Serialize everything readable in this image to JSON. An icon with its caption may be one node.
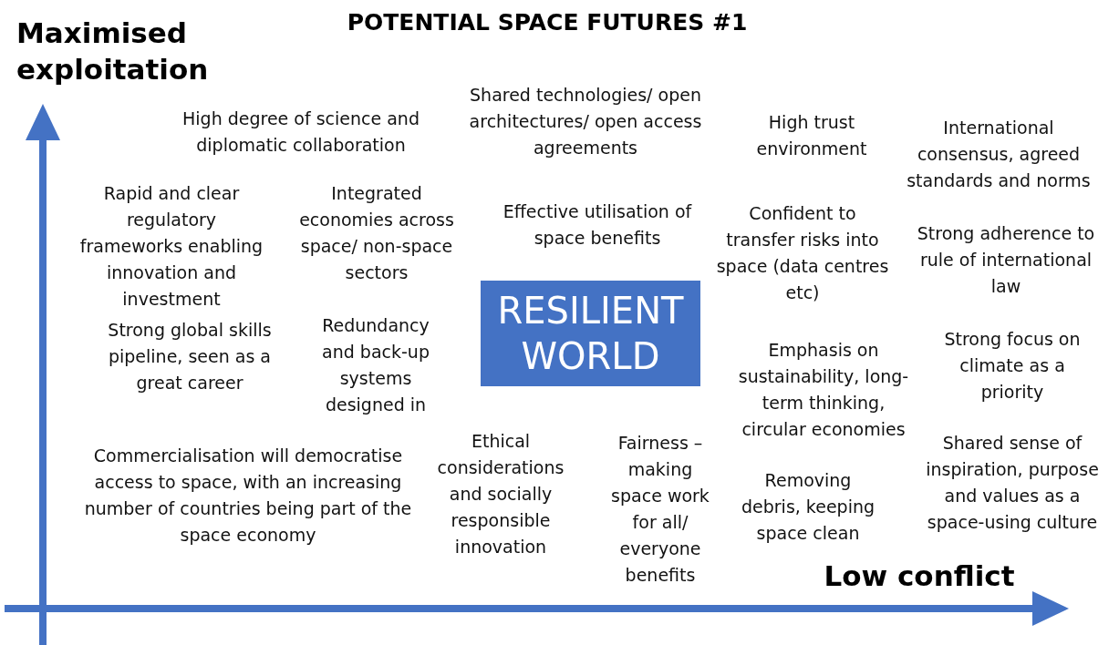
{
  "diagram": {
    "title": "POTENTIAL SPACE FUTURES #1",
    "nodes": [
      {
        "text": [
          "RESILIENT WORLD"
        ]
      }
    ],
    "edges": [],
    "labels": [
      "Maximised exploitation",
      "High degree of science and diplomatic collaboration",
      "Shared technologies/ open architectures/ open access agreements",
      "High trust environment",
      "International consensus, agreed standards and norms",
      "Rapid and clear regulatory frameworks enabling innovation and investment",
      "Integrated economies across space/ non-space sectors",
      "Effective utilisation of space benefits",
      "Confident to transfer risks into space (data centres etc)",
      "Strong adherence to rule of international law",
      "Strong global skills pipeline, seen as a great career",
      "Redundancy and back-up systems designed in",
      "Emphasis on sustainability, long-term thinking, circular economies",
      "Strong focus on climate as a priority",
      "Commercialisation will democratise access to space, with an increasing number of countries being part of the space economy",
      "Ethical considerations and socially responsible innovation",
      "Fairness – making space work for all/ everyone benefits",
      "Removing debris, keeping space clean",
      "Shared sense of inspiration, purpose and values as a space-using culture",
      "Low conflict"
    ]
  }
}
